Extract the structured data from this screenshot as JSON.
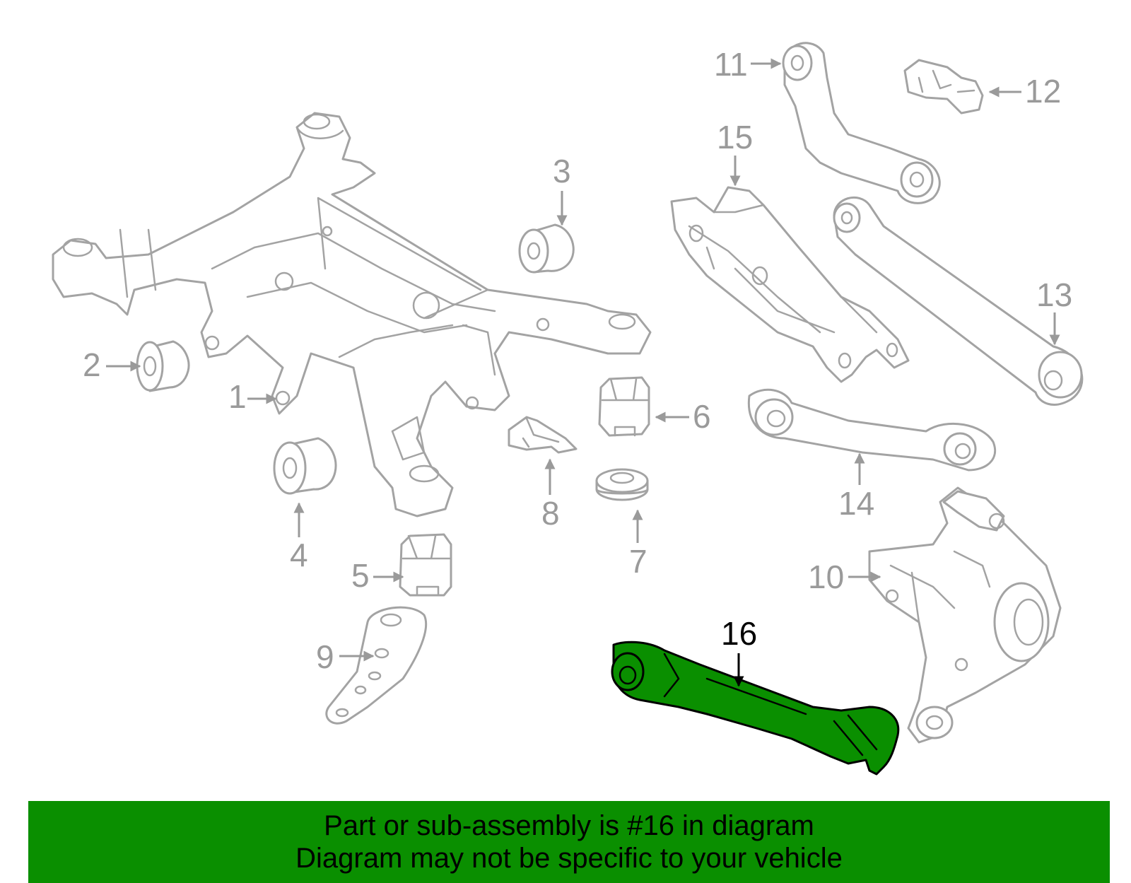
{
  "diagram": {
    "highlight_color": "#0a8f00",
    "part_outline_color": "#a3a3a3",
    "callouts": [
      {
        "id": "1",
        "label": "1"
      },
      {
        "id": "2",
        "label": "2"
      },
      {
        "id": "3",
        "label": "3"
      },
      {
        "id": "4",
        "label": "4"
      },
      {
        "id": "5",
        "label": "5"
      },
      {
        "id": "6",
        "label": "6"
      },
      {
        "id": "7",
        "label": "7"
      },
      {
        "id": "8",
        "label": "8"
      },
      {
        "id": "9",
        "label": "9"
      },
      {
        "id": "10",
        "label": "10"
      },
      {
        "id": "11",
        "label": "11"
      },
      {
        "id": "12",
        "label": "12"
      },
      {
        "id": "13",
        "label": "13"
      },
      {
        "id": "14",
        "label": "14"
      },
      {
        "id": "15",
        "label": "15"
      },
      {
        "id": "16",
        "label": "16",
        "highlighted": true
      }
    ]
  },
  "banner": {
    "line1": "Part or sub-assembly is #16 in diagram",
    "line2": "Diagram may not be specific to your vehicle",
    "background": "#0a8f00"
  }
}
